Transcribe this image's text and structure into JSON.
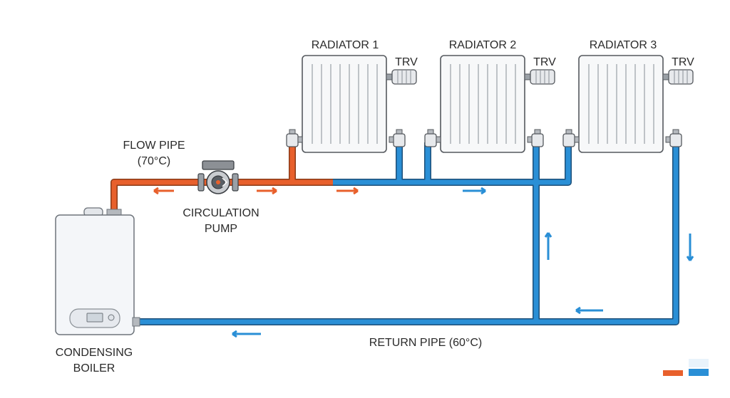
{
  "labels": {
    "flow_pipe": "FLOW PIPE",
    "flow_temp": "(70°C)",
    "pump_line1": "CIRCULATION",
    "pump_line2": "PUMP",
    "boiler_line1": "CONDENSING",
    "boiler_line2": "BOILER",
    "return_pipe": "RETURN PIPE (60°C)"
  },
  "radiators": [
    {
      "title": "RADIATOR 1",
      "valve": "TRV"
    },
    {
      "title": "RADIATOR 2",
      "valve": "TRV"
    },
    {
      "title": "RADIATOR 3",
      "valve": "TRV"
    }
  ],
  "colors": {
    "flow": "#e8602c",
    "return": "#2a8fd6",
    "outline": "#55595e"
  },
  "icons": {
    "pump": "circulation-pump-icon",
    "boiler": "condensing-boiler-icon",
    "trv": "thermostatic-valve-icon",
    "arrow": "flow-direction-arrow-icon"
  }
}
